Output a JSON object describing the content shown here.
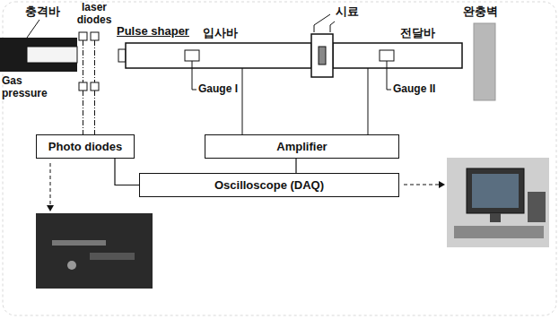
{
  "diagram": {
    "nodes": [
      {
        "text": [
          "Photo diodes"
        ]
      },
      {
        "text": [
          "Amplifier"
        ]
      },
      {
        "text": [
          "Oscilloscope (DAQ)"
        ]
      }
    ],
    "edges": [
      {
        "from": 0,
        "to": 2,
        "arrow": "none"
      },
      {
        "from": 1,
        "to": 2,
        "arrow": "none"
      }
    ],
    "labels": [
      "충격바",
      "laser diodes",
      "Pulse shaper",
      "시료",
      "입사바",
      "전달바",
      "완충벽",
      "Gauge I",
      "Gauge II",
      "Gas pressure"
    ]
  }
}
